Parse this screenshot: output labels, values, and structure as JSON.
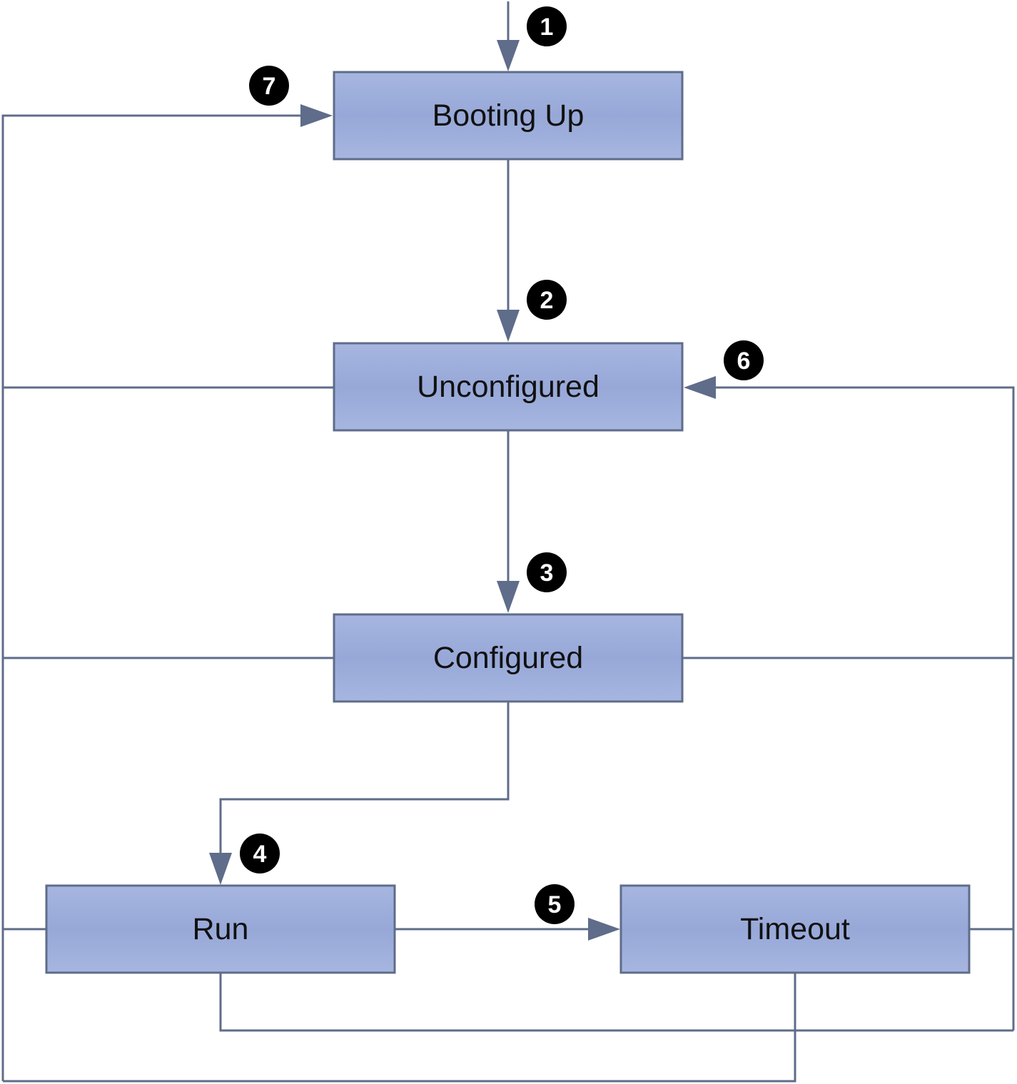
{
  "colors": {
    "node_fill_top": "#a7b6e0",
    "node_fill_mid": "#97a8d8",
    "node_fill_bottom": "#a7b6e0",
    "node_border": "#5f6c8a",
    "edge": "#5f6c8a",
    "badge_fill": "#000000",
    "badge_text": "#ffffff",
    "background": "#ffffff"
  },
  "states": {
    "booting_up": "Booting Up",
    "unconfigured": "Unconfigured",
    "configured": "Configured",
    "run": "Run",
    "timeout": "Timeout"
  },
  "transitions": {
    "t1": "1",
    "t2": "2",
    "t3": "3",
    "t4": "4",
    "t5": "5",
    "t6": "6",
    "t7": "7"
  }
}
